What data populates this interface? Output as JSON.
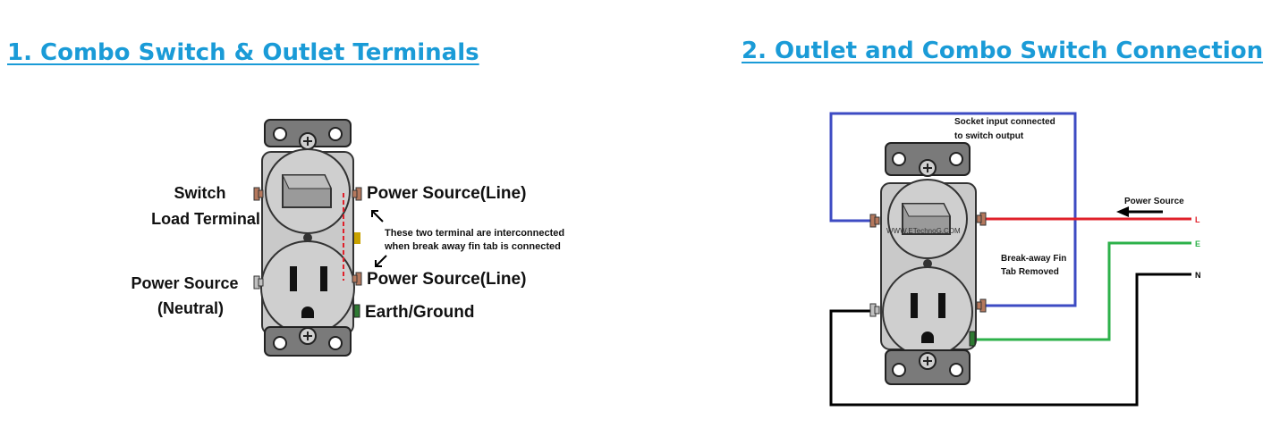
{
  "headings": {
    "left": "1. Combo Switch & Outlet Terminals",
    "right": "2. Outlet and Combo Switch Connection"
  },
  "left_diagram": {
    "switch_load": [
      "Switch",
      "Load Terminal"
    ],
    "power_source_line_top": "Power Source(Line)",
    "power_source_line_bottom": "Power Source(Line)",
    "power_source_neutral": [
      "Power Source",
      "(Neutral)"
    ],
    "earth_ground": "Earth/Ground",
    "note": [
      "These two terminal are interconnected",
      "when break away fin tab is connected"
    ]
  },
  "right_diagram": {
    "socket_note": [
      "Socket input connected",
      "to switch output"
    ],
    "watermark": "WWW.ETechnoG.COM",
    "power_source": "Power Source",
    "fin_tab": [
      "Break-away Fin",
      "Tab Removed"
    ],
    "terminals": {
      "line": "L",
      "earth": "E",
      "neutral": "N"
    }
  },
  "colors": {
    "heading": "#1a9bd7",
    "wire_switch_link": "#3d4bc3",
    "wire_line": "#e0202a",
    "wire_earth": "#2db14a",
    "wire_neutral": "#000000",
    "fin_tab_link": "#e0202a",
    "device_body": "#c9c9c9",
    "device_frame": "#6e6e6e"
  }
}
